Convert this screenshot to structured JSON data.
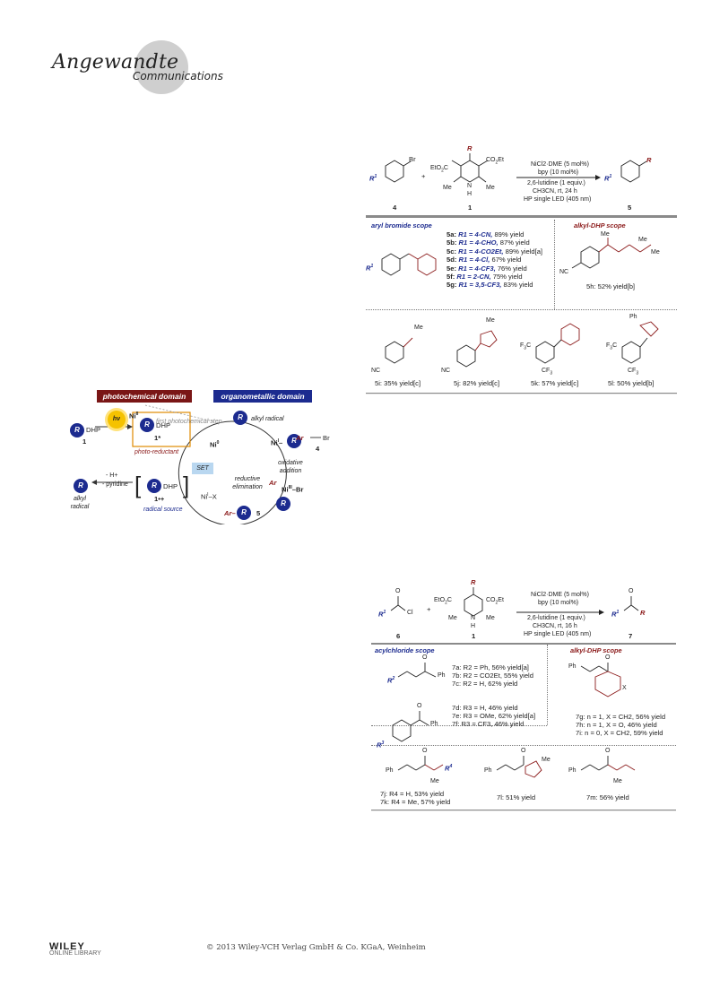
{
  "header": {
    "journal": "Angewandte",
    "section": "Communications"
  },
  "scheme_a": {
    "reagent_4_label": "4",
    "dhp_label": "1",
    "product_label": "5",
    "conditions": [
      "NiCl2·DME (5 mol%)",
      "bpy (10 mol%)",
      "2,6-lutidine (1 equiv.)",
      "CH3CN, rt, 24 h",
      "HP single LED (405 nm)"
    ],
    "aryl_scope_title": "aryl bromide scope",
    "alkyl_scope_title": "alkyl-DHP scope",
    "aryl_entries": [
      {
        "id": "5a:",
        "r": "R1 = 4-CN,",
        "y": "89% yield"
      },
      {
        "id": "5b:",
        "r": "R1 = 4-CHO,",
        "y": "87% yield"
      },
      {
        "id": "5c:",
        "r": "R1 = 4-CO2Et,",
        "y": "89% yield[a]"
      },
      {
        "id": "5d:",
        "r": "R1 = 4-Cl,",
        "y": "67% yield"
      },
      {
        "id": "5e:",
        "r": "R1 = 4-CF3,",
        "y": "76% yield"
      },
      {
        "id": "5f:",
        "r": "R1 = 2-CN,",
        "y": "75% yield"
      },
      {
        "id": "5g:",
        "r": "R1 = 3,5-CF3,",
        "y": "83% yield"
      }
    ],
    "alkyl_5h": "5h: 52% yield[b]",
    "bottom": [
      "5i: 35% yield[c]",
      "5j: 82% yield[c]",
      "5k: 57% yield[c]",
      "5l: 50% yield[b]"
    ]
  },
  "mechanism": {
    "photochem_label": "photochemical domain",
    "organomet_label": "organometallic domain",
    "alkyl_radical": "alkyl radical",
    "first_step": "first photochemical step",
    "photo_reductant": "photo-reductant",
    "oxidative_addition": "oxidative addition",
    "reductive_elimination": "reductive elimination",
    "set": "SET",
    "radical_source": "radical source",
    "h_loss": "- H+",
    "pyridine_loss": "- pyridine",
    "alkyl_radical_left": "alkyl radical",
    "hv": "hν",
    "dhp": "DHP",
    "label_1": "1",
    "label_1star": "1*",
    "label_1rad": "1•+",
    "label_4": "4",
    "label_5": "5"
  },
  "scheme_b": {
    "reagent_6_label": "6",
    "dhp_label": "1",
    "product_label": "7",
    "conditions": [
      "NiCl2·DME (5 mol%)",
      "bpy (10 mol%)",
      "2,6-lutidine (1 equiv.)",
      "CH3CN, rt, 16 h",
      "HP single LED (405 nm)"
    ],
    "acyl_scope_title": "acylchloride scope",
    "alkyl_scope_title": "alkyl-DHP scope",
    "acyl_entries_a": [
      "7a: R2 = Ph, 56% yield[a]",
      "7b: R2 = CO2Et, 55% yield",
      "7c: R2 = H, 62% yield"
    ],
    "acyl_entries_b": [
      "7d: R3 = H, 46% yield",
      "7e: R3 = OMe, 62% yield[a]",
      "7f: R3 = CF3, 46% yield"
    ],
    "alkyl_entries": [
      "7g: n = 1, X = CH2, 56% yield",
      "7h: n = 1, X = O, 46% yield",
      "7i: n = 0, X = CH2, 59% yield"
    ],
    "bottom": [
      "7j: R4 = H, 53% yield",
      "7k: R4 = Me, 57% yield",
      "7l: 51% yield",
      "7m: 56% yield"
    ]
  },
  "footer": {
    "publisher": "WILEY",
    "library": "ONLINE LIBRARY",
    "copyright": "© 2013 Wiley-VCH Verlag GmbH & Co. KGaA, Weinheim"
  },
  "colors": {
    "navy": "#1c2b8f",
    "maroon": "#7a1616",
    "orange": "#e08a00",
    "set_blue": "#b9d7f0"
  }
}
